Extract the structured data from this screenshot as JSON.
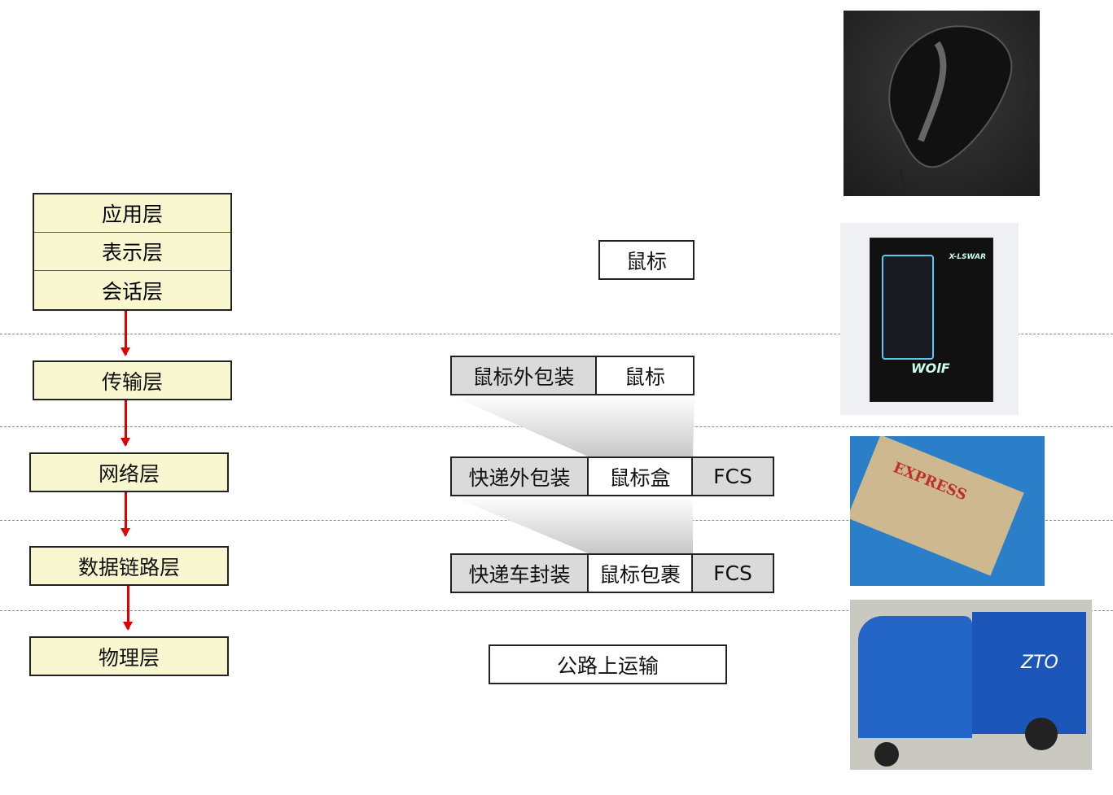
{
  "layers": {
    "application": "应用层",
    "presentation": "表示层",
    "session": "会话层",
    "transport": "传输层",
    "network": "网络层",
    "datalink": "数据链路层",
    "physical": "物理层"
  },
  "encapsulation": {
    "upper": {
      "data": "鼠标"
    },
    "transport": {
      "header": "鼠标外包装",
      "data": "鼠标"
    },
    "network": {
      "header": "快递外包装",
      "data": "鼠标盒",
      "trailer": "FCS"
    },
    "datalink": {
      "header": "快递车封装",
      "data": "鼠标包裹",
      "trailer": "FCS"
    },
    "physical": {
      "data": "公路上运输"
    }
  },
  "images": {
    "mouse": {
      "label": "mouse-photo"
    },
    "box": {
      "brand": "X-LSWAR",
      "model": "WOlF"
    },
    "parcel": {
      "label": "EXPRESS"
    },
    "truck": {
      "label": "ZTO"
    }
  },
  "colors": {
    "layer_fill": "#f9f7cf",
    "arrow": "#e00000",
    "header_fill": "#dadada"
  }
}
